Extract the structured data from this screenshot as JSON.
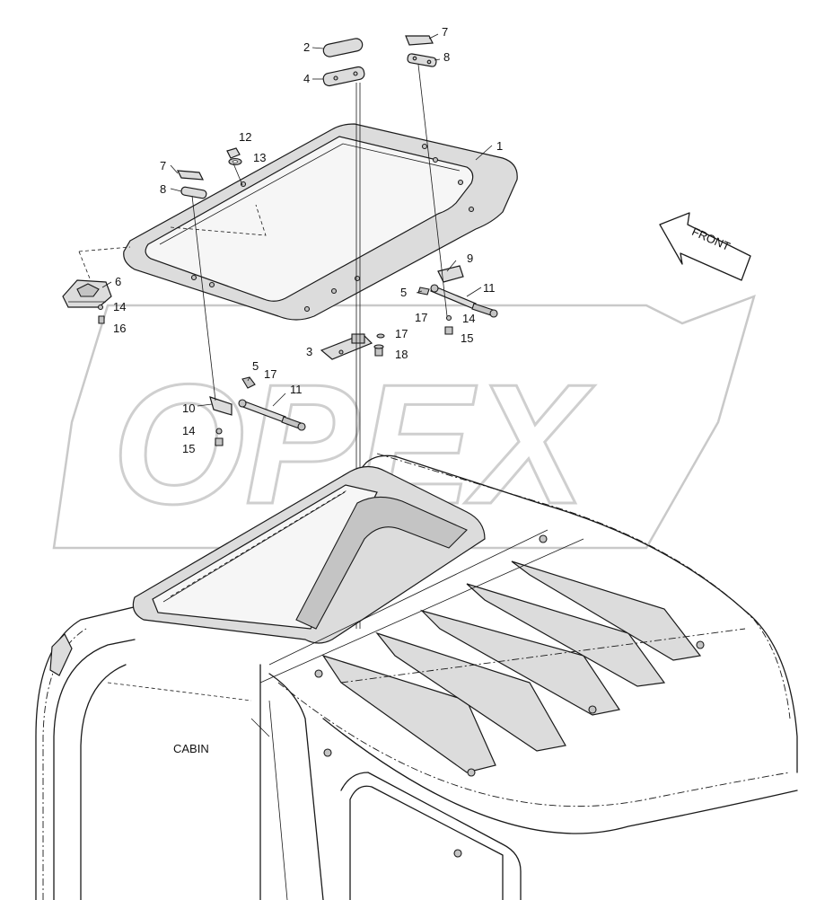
{
  "watermark": "OPEX",
  "front_arrow_label": "FRONT",
  "cabin_label": "CABIN",
  "header_mark": "",
  "callouts": [
    {
      "id": "c1",
      "text": "1"
    },
    {
      "id": "c2",
      "text": "2"
    },
    {
      "id": "c3",
      "text": "3"
    },
    {
      "id": "c4",
      "text": "4"
    },
    {
      "id": "c5a",
      "text": "5"
    },
    {
      "id": "c5b",
      "text": "5"
    },
    {
      "id": "c6",
      "text": "6"
    },
    {
      "id": "c7a",
      "text": "7"
    },
    {
      "id": "c7b",
      "text": "7"
    },
    {
      "id": "c8a",
      "text": "8"
    },
    {
      "id": "c8b",
      "text": "8"
    },
    {
      "id": "c9",
      "text": "9"
    },
    {
      "id": "c10",
      "text": "10"
    },
    {
      "id": "c11a",
      "text": "11"
    },
    {
      "id": "c11b",
      "text": "11"
    },
    {
      "id": "c12",
      "text": "12"
    },
    {
      "id": "c13",
      "text": "13"
    },
    {
      "id": "c14a",
      "text": "14"
    },
    {
      "id": "c14b",
      "text": "14"
    },
    {
      "id": "c14c",
      "text": "14"
    },
    {
      "id": "c15a",
      "text": "15"
    },
    {
      "id": "c15b",
      "text": "15"
    },
    {
      "id": "c16",
      "text": "16"
    },
    {
      "id": "c17a",
      "text": "17"
    },
    {
      "id": "c17b",
      "text": "17"
    },
    {
      "id": "c17c",
      "text": "17"
    },
    {
      "id": "c18",
      "text": "18"
    }
  ]
}
